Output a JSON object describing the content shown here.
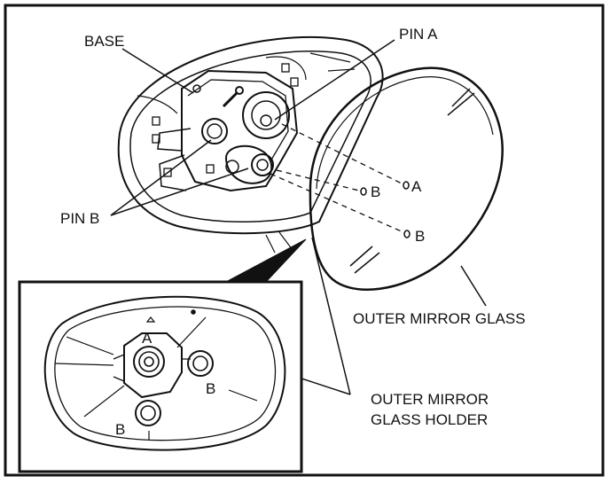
{
  "labels": {
    "base": "BASE",
    "pin_a": "PIN A",
    "pin_b": "PIN B",
    "callout_a": "A",
    "callout_b_upper": "B",
    "callout_b_lower": "B",
    "outer_mirror_glass": "OUTER MIRROR GLASS",
    "holder_line1": "OUTER MIRROR",
    "holder_line2": "GLASS HOLDER",
    "inset_a": "A",
    "inset_b_right": "B",
    "inset_b_bottom": "B"
  },
  "colors": {
    "ink": "#111111",
    "paper": "#ffffff"
  }
}
